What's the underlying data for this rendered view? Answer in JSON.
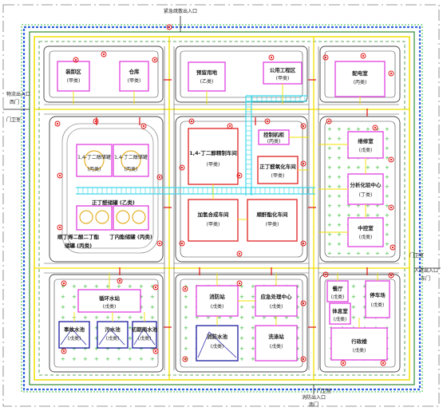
{
  "colors": {
    "road_green": "#2e8b2e",
    "road_yellow": "#f0e000",
    "fence_blue": "#3060e0",
    "building_magenta": "#e040e0",
    "building_red": "#e02020",
    "cyan_pipe": "#40d8e8",
    "navy": "#1a1aa0",
    "grass_dot": "#33bb33",
    "fire_red": "#e01010"
  },
  "icons": {
    "fire_hydrant": "fire-hydrant-icon",
    "tank": "storage-tank-icon"
  },
  "gates": {
    "top": "紧急疏散出入口",
    "left_top": "物流出入口",
    "left_mid_door": "西门",
    "left_guard": "门卫室",
    "right_guard": "门卫室",
    "right_entry": "人流出入口",
    "right_door": "东门",
    "bottom_guard": "门卫室",
    "bottom_entry": "消防出入口",
    "bottom_door": "南门"
  },
  "buildings": {
    "unloading": {
      "name": "装卸区",
      "grade": "(甲类)"
    },
    "warehouse": {
      "name": "仓库",
      "grade": "(甲类)"
    },
    "reserved": {
      "name": "预留用地",
      "grade": "(乙类)"
    },
    "utility": {
      "name": "公用工程区",
      "grade": "(甲类)"
    },
    "substation": {
      "name": "配电室",
      "grade": "(丙类)"
    },
    "tank1": {
      "name": "1,4-丁二醇储罐",
      "grade": "(丙类)"
    },
    "tank2": {
      "name": "1,4-丁二醇储罐",
      "grade": "(丙类)"
    },
    "butenal_tank": {
      "name": "正丁醛储罐 (乙类)"
    },
    "maleic_tank": {
      "name": "顺丁烯二酸二丁酯",
      "extra": "储罐 (丙类)"
    },
    "butyrate_tank": {
      "name": "丁内酯储罐 (丙类)"
    },
    "bdo_workshop": {
      "name": "1,4-丁二醇精制车间",
      "grade": "(甲类)"
    },
    "control_room": {
      "name": "控制机柜",
      "grade": "(丙类)"
    },
    "butenal_refine": {
      "name": "正丁醛氧化车间",
      "grade": "(甲类)"
    },
    "hydrogenation": {
      "name": "加氢合成车间",
      "grade": "(甲类)"
    },
    "esterification": {
      "name": "顺酐酯化车间",
      "grade": "(甲类)"
    },
    "repair": {
      "name": "维修室",
      "grade": "(戊类)"
    },
    "analysis": {
      "name": "分析化验中心",
      "grade": "(丁类)"
    },
    "central_ctrl": {
      "name": "中控室",
      "grade": "(戊类)"
    },
    "cooling": {
      "name": "循环水站",
      "grade": "(戊类)"
    },
    "accident_pool": {
      "name": "事故水池",
      "grade": "(戊类)"
    },
    "sewage": {
      "name": "污水池",
      "grade": "(戊类)"
    },
    "rain_pool": {
      "name": "初期雨水池",
      "grade": "(戊类)"
    },
    "fire_station": {
      "name": "消防站",
      "grade": "(戊类)"
    },
    "fire_pool": {
      "name": "消防水池",
      "grade": "(戊类)"
    },
    "emergency": {
      "name": "应急处理中心",
      "grade": "(戊类)"
    },
    "wash": {
      "name": "洗涤站",
      "grade": "(戊类)"
    },
    "canteen": {
      "name": "餐厅",
      "grade": "(戊类)"
    },
    "gym": {
      "name": "体息室",
      "grade": "(戊类)"
    },
    "garage": {
      "name": "停车场",
      "grade": "(戊类)"
    },
    "office": {
      "name": "行政楼",
      "grade": "(戊类)"
    }
  }
}
